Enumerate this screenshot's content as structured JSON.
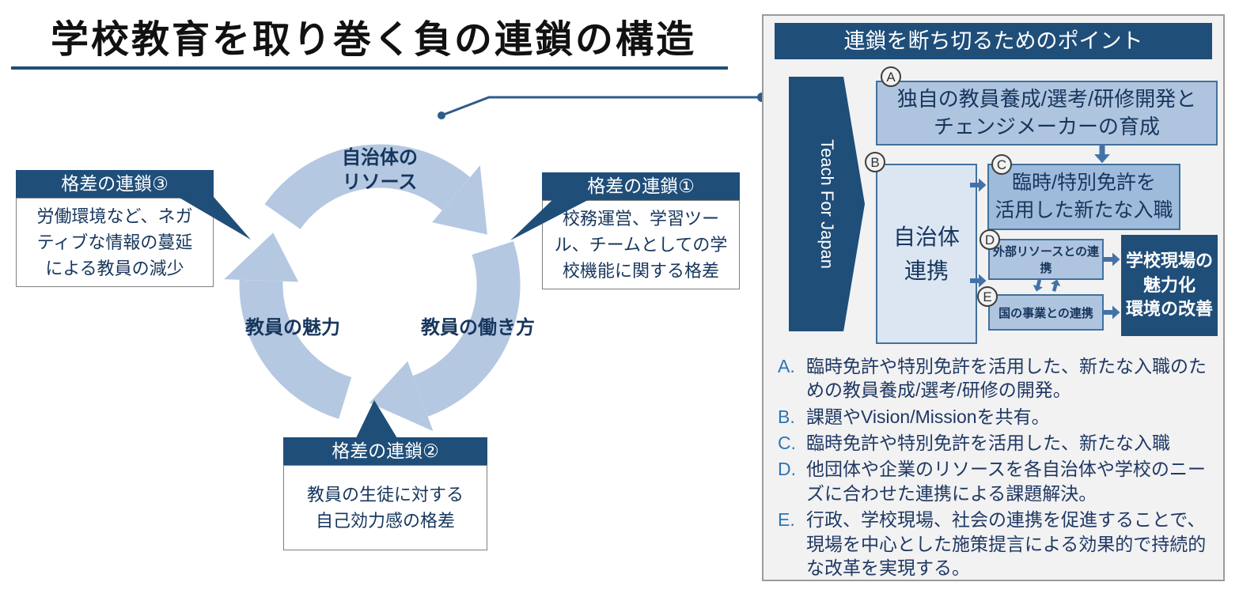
{
  "title": "学校教育を取り巻く負の連鎖の構造",
  "cycle": {
    "labels": {
      "top": "自治体の\nリソース",
      "left": "教員の魅力",
      "right": "教員の働き方"
    },
    "callouts": [
      {
        "title": "格差の連鎖③",
        "body": "労働環境など、ネガ\nティブな情報の蔓延\nによる教員の減少"
      },
      {
        "title": "格差の連鎖①",
        "body": "校務運営、学習ツー\nル、チームとしての学\n校機能に関する格差"
      },
      {
        "title": "格差の連鎖②",
        "body": "教員の生徒に対する\n自己効力感の格差"
      }
    ]
  },
  "panel": {
    "header": "連鎖を断ち切るためのポイント",
    "tfj_label": "Teach For Japan",
    "boxes": {
      "a": {
        "tag": "A",
        "label": "独自の教員養成/選考/研修開発と\nチェンジメーカーの育成"
      },
      "b": {
        "tag": "B",
        "label": "自治体\n連携"
      },
      "c": {
        "tag": "C",
        "label": "臨時/特別免許を\n活用した新たな入職"
      },
      "d": {
        "tag": "D",
        "label": "外部リソースとの連携"
      },
      "e": {
        "tag": "E",
        "label": "国の事業との連携"
      },
      "outcome": {
        "label": "学校現場の\n魅力化\n環境の改善"
      }
    },
    "notes": [
      {
        "tag": "A.",
        "text": "臨時免許や特別免許を活用した、新たな入職のための教員養成/選考/研修の開発。"
      },
      {
        "tag": "B.",
        "text": "課題やVision/Missionを共有。"
      },
      {
        "tag": "C.",
        "text": "臨時免許や特別免許を活用した、新たな入職"
      },
      {
        "tag": "D.",
        "text": "他団体や企業のリソースを各自治体や学校のニーズに合わせた連携による課題解決。"
      },
      {
        "tag": "E.",
        "text": "行政、学校現場、社会の連携を促進することで、現場を中心とした施策提言による効果的で持続的な改革を実現する。"
      }
    ]
  },
  "colors": {
    "navy": "#1F4E79",
    "arc_light_blue": "#B5C8E2",
    "box_light_blue": "#AFC4DF",
    "box_pale_blue": "#DCE6F3",
    "box_mid_blue": "#9FBBDC",
    "arrow_blue": "#4472A8",
    "text_navy": "#17365D",
    "note_tag_blue": "#2E74B5",
    "panel_bg": "#F2F2F2"
  }
}
